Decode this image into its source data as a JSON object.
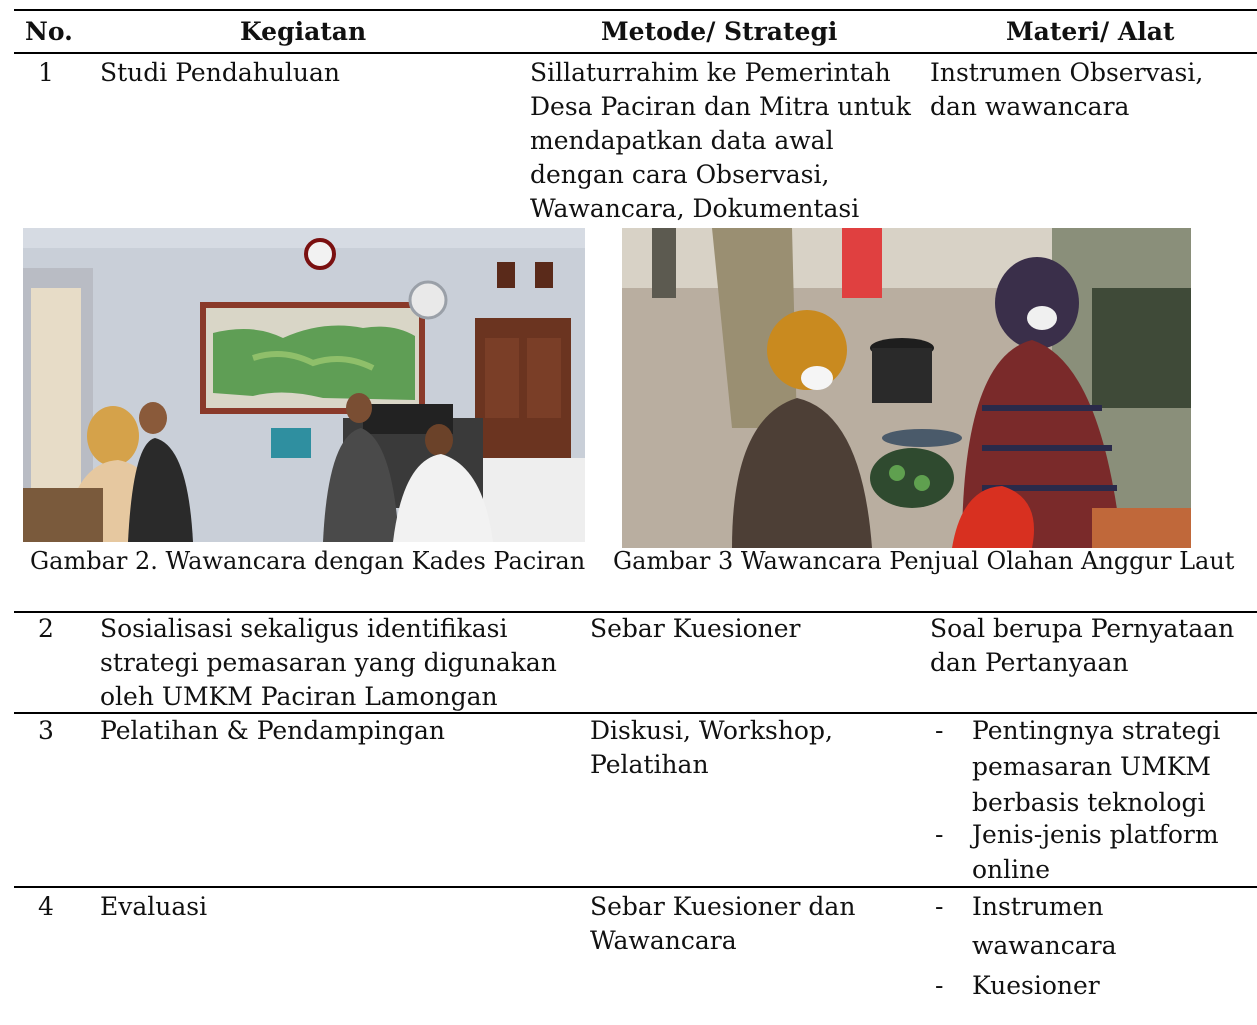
{
  "table": {
    "headers": [
      "No.",
      "Kegiatan",
      "Metode/ Strategi",
      "Materi/ Alat"
    ],
    "row1": {
      "no": "1",
      "kegiatan": "Studi Pendahuluan",
      "metode": [
        "Sillaturrahim ke Pemerintah",
        "Desa Paciran dan Mitra untuk",
        "mendapatkan data awal",
        "dengan cara Observasi,",
        "Wawancara, Dokumentasi"
      ],
      "materi": [
        "Instrumen Observasi,",
        "dan wawancara"
      ]
    },
    "row2": {
      "no": "2",
      "kegiatan": [
        "Sosialisasi sekaligus identifikasi",
        "strategi pemasaran yang digunakan",
        "oleh UMKM Paciran Lamongan"
      ],
      "metode": "Sebar Kuesioner",
      "materi": [
        "Soal berupa Pernyataan",
        "dan Pertanyaan"
      ]
    },
    "row3": {
      "no": "3",
      "kegiatan": "Pelatihan & Pendampingan",
      "metode": [
        "Diskusi, Workshop,",
        "Pelatihan"
      ],
      "materi": [
        {
          "dash": "-",
          "lines": [
            "Pentingnya strategi",
            "pemasaran UMKM",
            "berbasis teknologi"
          ]
        },
        {
          "dash": "-",
          "lines": [
            "Jenis-jenis platform",
            "online"
          ]
        }
      ]
    },
    "row4": {
      "no": "4",
      "kegiatan": "Evaluasi",
      "metode": [
        "Sebar Kuesioner dan",
        "Wawancara"
      ],
      "materi": [
        {
          "dash": "-",
          "lines": [
            "Instrumen",
            "wawancara"
          ]
        },
        {
          "dash": "-",
          "lines": [
            "Kuesioner"
          ]
        }
      ]
    }
  },
  "figures": {
    "fig2_caption": "Gambar 2. Wawancara dengan Kades Paciran",
    "fig3_caption": "Gambar 3 Wawancara Penjual Olahan Anggur Laut"
  },
  "colors": {
    "rule": "#000000",
    "wall": "#c9cfd8",
    "map": "#5f9e55",
    "door": "#6b3420",
    "ground": "#b9aea0",
    "wall2": "#8a8f7a"
  }
}
